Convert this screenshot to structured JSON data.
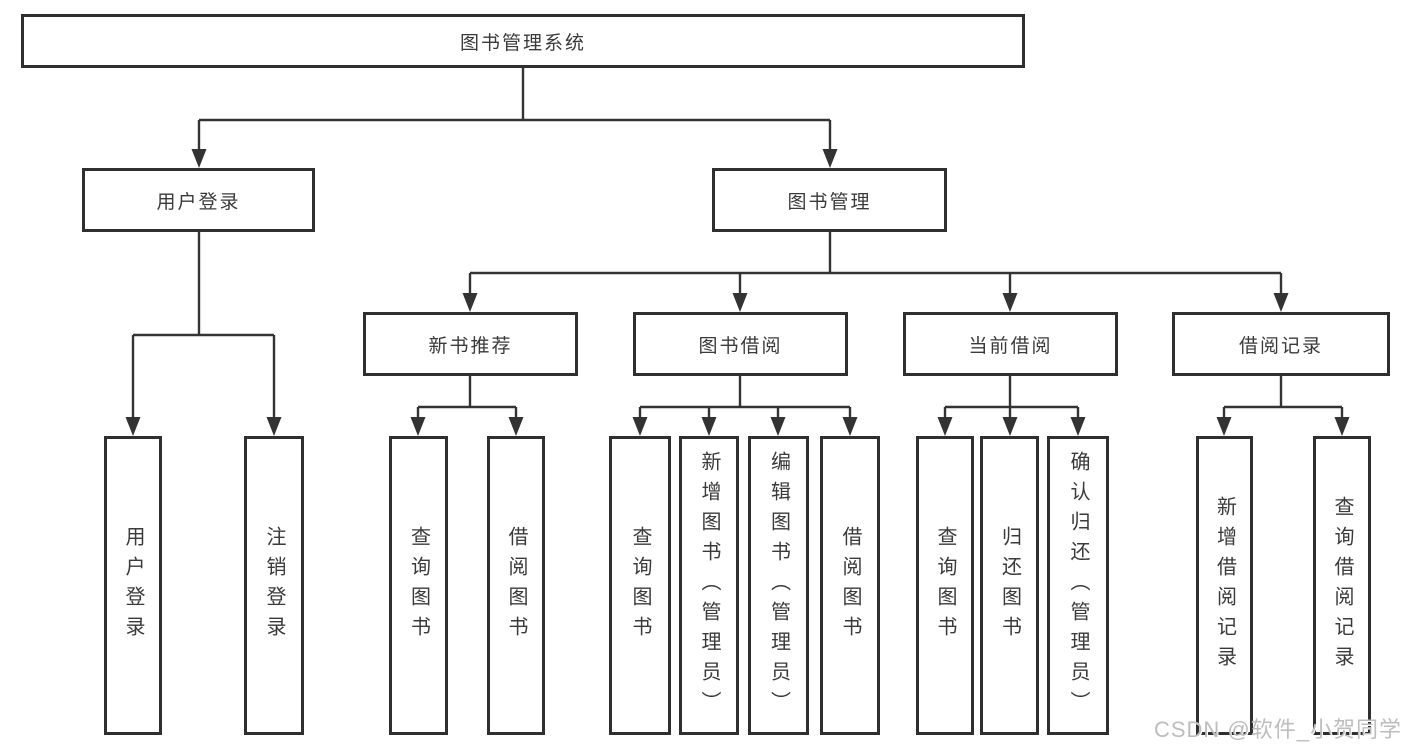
{
  "diagram": {
    "root": {
      "label": "图书管理系统",
      "children": [
        {
          "label": "用户登录",
          "children": [
            {
              "label": "用户登录"
            },
            {
              "label": "注销登录"
            }
          ]
        },
        {
          "label": "图书管理",
          "children": [
            {
              "label": "新书推荐",
              "children": [
                {
                  "label": "查询图书"
                },
                {
                  "label": "借阅图书"
                }
              ]
            },
            {
              "label": "图书借阅",
              "children": [
                {
                  "label": "查询图书"
                },
                {
                  "label": "新增图书（管理员）"
                },
                {
                  "label": "编辑图书（管理员）"
                },
                {
                  "label": "借阅图书"
                }
              ]
            },
            {
              "label": "当前借阅",
              "children": [
                {
                  "label": "查询图书"
                },
                {
                  "label": "归还图书"
                },
                {
                  "label": "确认归还（管理员）"
                }
              ]
            },
            {
              "label": "借阅记录",
              "children": [
                {
                  "label": "新增借阅记录"
                },
                {
                  "label": "查询借阅记录"
                }
              ]
            }
          ]
        }
      ]
    }
  },
  "watermark": {
    "text": "CSDN @软件_小贺同学"
  },
  "colors": {
    "line": "#333333",
    "box_border": "#2f2f2f",
    "box_fill": "#ffffff",
    "text": "#3a3a3a",
    "watermark": "#bdbdbd"
  }
}
